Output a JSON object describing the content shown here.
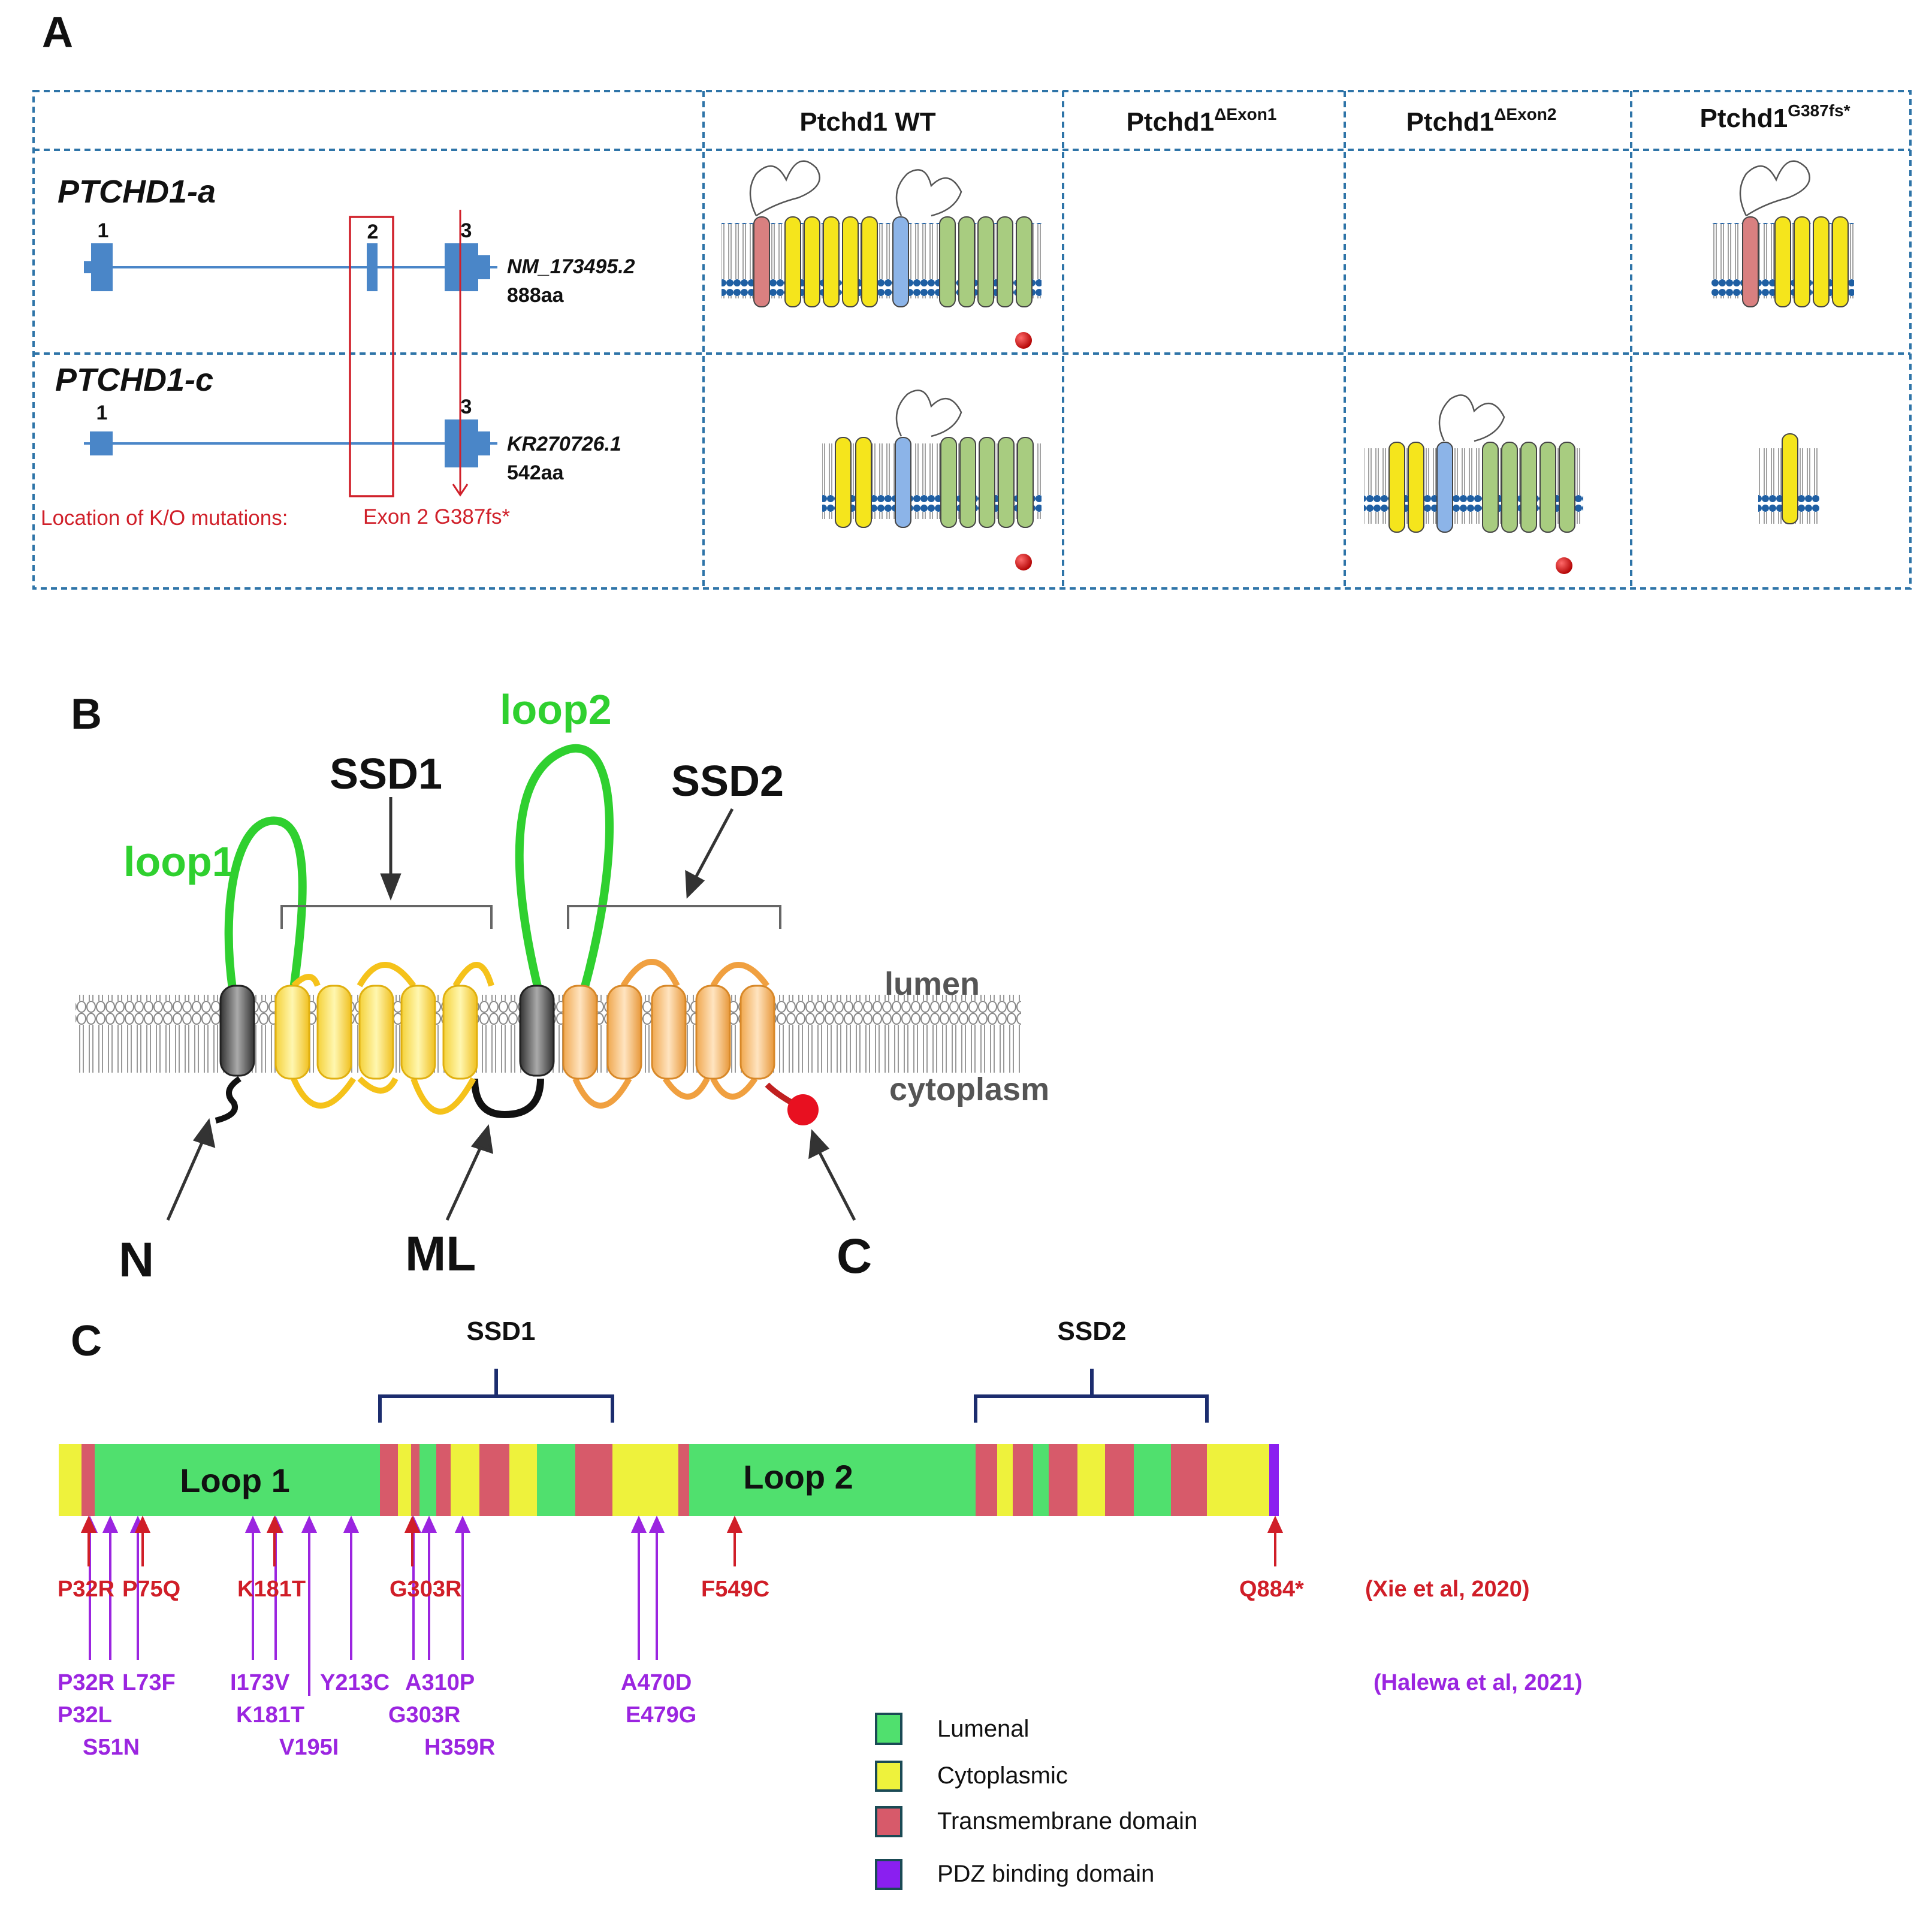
{
  "panels": {
    "a": "A",
    "b": "B",
    "c": "C"
  },
  "panel_a": {
    "columns": {
      "wt": "Ptchd1 WT",
      "ex1_base": "Ptchd1",
      "ex1_sup": "ΔExon1",
      "ex2_base": "Ptchd1",
      "ex2_sup": "ΔExon2",
      "g387_base": "Ptchd1",
      "g387_sup": "G387fs*"
    },
    "isoform_a": {
      "name": "PTCHD1-a",
      "accession": "NM_173495.2",
      "length": "888aa",
      "exons": [
        "1",
        "2",
        "3"
      ]
    },
    "isoform_c": {
      "name": "PTCHD1-c",
      "accession": "KR270726.1",
      "length": "542aa",
      "exons": [
        "1",
        "3"
      ]
    },
    "ko_label": "Location of K/O mutations:",
    "ko_exon": "Exon 2 G387fs*"
  },
  "panel_b": {
    "loop1": "loop1",
    "loop2": "loop2",
    "ssd1": "SSD1",
    "ssd2": "SSD2",
    "lumen": "lumen",
    "cytoplasm": "cytoplasm",
    "n": "N",
    "ml": "ML",
    "c": "C"
  },
  "panel_c": {
    "ssd1": "SSD1",
    "ssd2": "SSD2",
    "loop1": "Loop 1",
    "loop2": "Loop 2",
    "colors": {
      "lumenal": "#50e06e",
      "cytoplasmic": "#eef23c",
      "tm": "#d75a6a",
      "pdz": "#8a1ff0",
      "red": "#d01e28",
      "purple": "#9b25e0"
    },
    "xie": {
      "citation": "(Xie et al, 2020)",
      "mutations": [
        "P32R",
        "P75Q",
        "K181T",
        "G303R",
        "F549C",
        "Q884*"
      ]
    },
    "halewa": {
      "citation": "(Halewa et al, 2021)",
      "row1": [
        "P32R",
        "L73F",
        "I173V",
        "Y213C",
        "A310P",
        "A470D"
      ],
      "row2": [
        "P32L",
        "K181T",
        "G303R",
        "E479G"
      ],
      "row3": [
        "S51N",
        "V195I",
        "H359R"
      ]
    },
    "legend": [
      {
        "label": "Lumenal",
        "color": "#50e06e"
      },
      {
        "label": "Cytoplasmic",
        "color": "#eef23c"
      },
      {
        "label": "Transmembrane domain",
        "color": "#d75a6a"
      },
      {
        "label": "PDZ binding domain",
        "color": "#8a1ff0"
      }
    ]
  }
}
